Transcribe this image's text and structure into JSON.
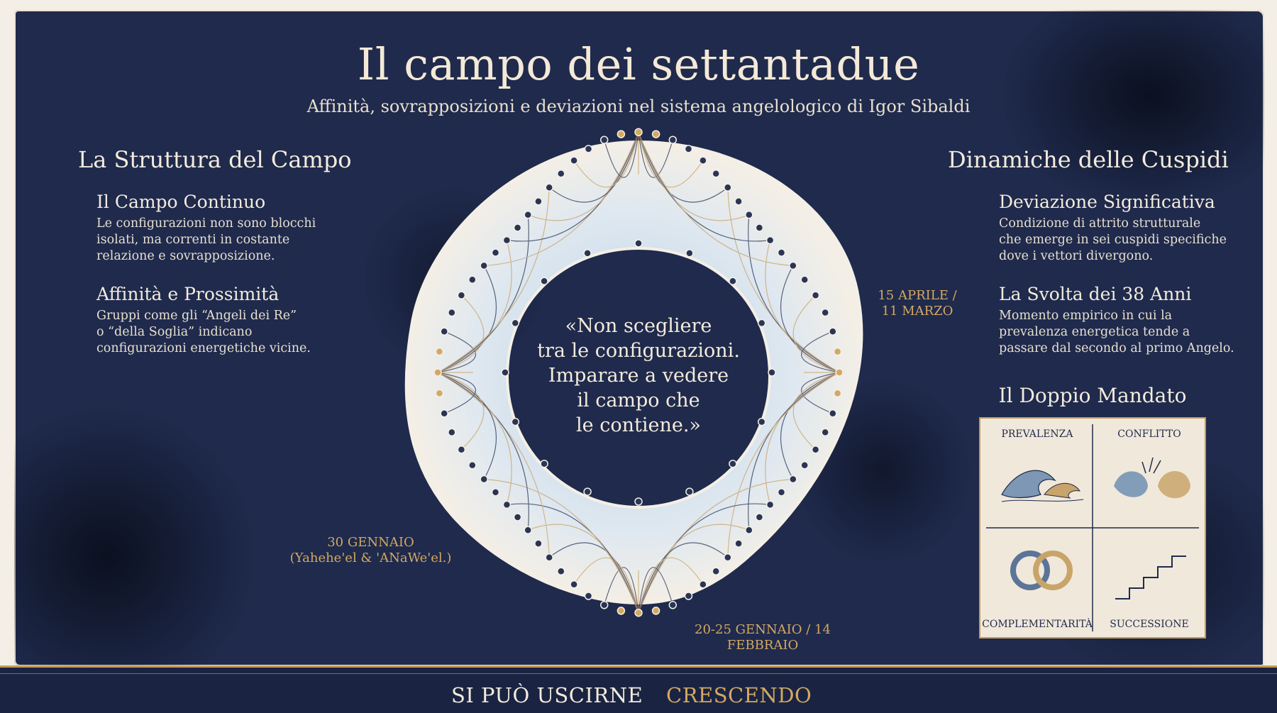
{
  "header": {
    "title": "Il campo dei settantadue",
    "subtitle": "Affinità, sovrapposizioni e deviazioni nel sistema angelologico di Igor Sibaldi"
  },
  "left": {
    "heading": "La Struttura del Campo",
    "items": [
      {
        "title": "Il Campo Continuo",
        "lines": [
          "Le configurazioni non sono blocchi",
          "isolati, ma correnti in costante",
          "relazione e sovrapposizione."
        ]
      },
      {
        "title": "Affinità e Prossimità",
        "lines": [
          "Gruppi come gli “Angeli dei Re”",
          "o “della Soglia” indicano",
          "configurazioni energetiche vicine."
        ]
      }
    ]
  },
  "right": {
    "heading": "Dinamiche delle Cuspidi",
    "items": [
      {
        "title": "Deviazione Significativa",
        "lines": [
          "Condizione di attrito strutturale",
          "che emerge in sei cuspidi specifiche",
          "dove i vettori divergono."
        ]
      },
      {
        "title": "La Svolta dei 38 Anni",
        "lines": [
          "Momento empirico in cui la",
          "prevalenza energetica tende a",
          "passare dal secondo al primo Angelo."
        ]
      }
    ]
  },
  "diagram": {
    "quote_lines": [
      "«Non scegliere",
      "tra le configurazioni.",
      "Imparare a vedere",
      "il campo che",
      "le contiene.»"
    ],
    "label_right": [
      "15 APRILE /",
      "11 MARZO"
    ],
    "label_left": [
      "30 GENNAIO",
      "(Yahehe'el & 'ANaWe'el.)"
    ],
    "label_bottom": "20-25 GENNAIO / 14 FEBBRAIO"
  },
  "mandate": {
    "title": "Il Doppio Mandato",
    "quadrants": {
      "top_left": "PREVALENZA",
      "top_right": "CONFLITTO",
      "bottom_left": "COMPLEMENTARITÀ",
      "bottom_right": "SUCCESSIONE"
    },
    "icons": [
      "wave-icon",
      "clash-icon",
      "interlocked-rings-icon",
      "stairs-icon"
    ]
  },
  "footer": {
    "items": [
      "SI PUÒ USCIRNE",
      "CRESCENDO"
    ]
  },
  "colors": {
    "background": "#1f2a4c",
    "gold": "#d4a862",
    "cream": "#f3ebdd"
  }
}
